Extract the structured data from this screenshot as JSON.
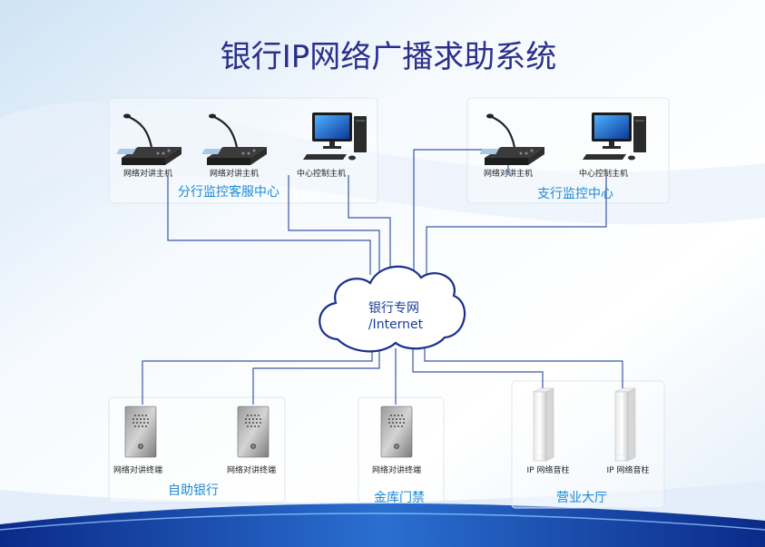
{
  "title": "银行IP网络广播求助系统",
  "cloud": {
    "line1": "银行专网",
    "line2": "/Internet"
  },
  "zones": {
    "branch_center": "分行监控客服中心",
    "sub_branch_center": "支行监控中心",
    "self_service": "自助银行",
    "vault": "金库门禁",
    "hall": "营业大厅"
  },
  "devices": {
    "intercom_host": "网络对讲主机",
    "control_host": "中心控制主机",
    "intercom_terminal": "网络对讲终端",
    "ip_speaker": "IP 网络音柱"
  },
  "colors": {
    "title": "#2a2f8a",
    "zone_label": "#1a8ad4",
    "wire": "#3b57a6",
    "cloud_stroke": "#1a2f8c"
  }
}
